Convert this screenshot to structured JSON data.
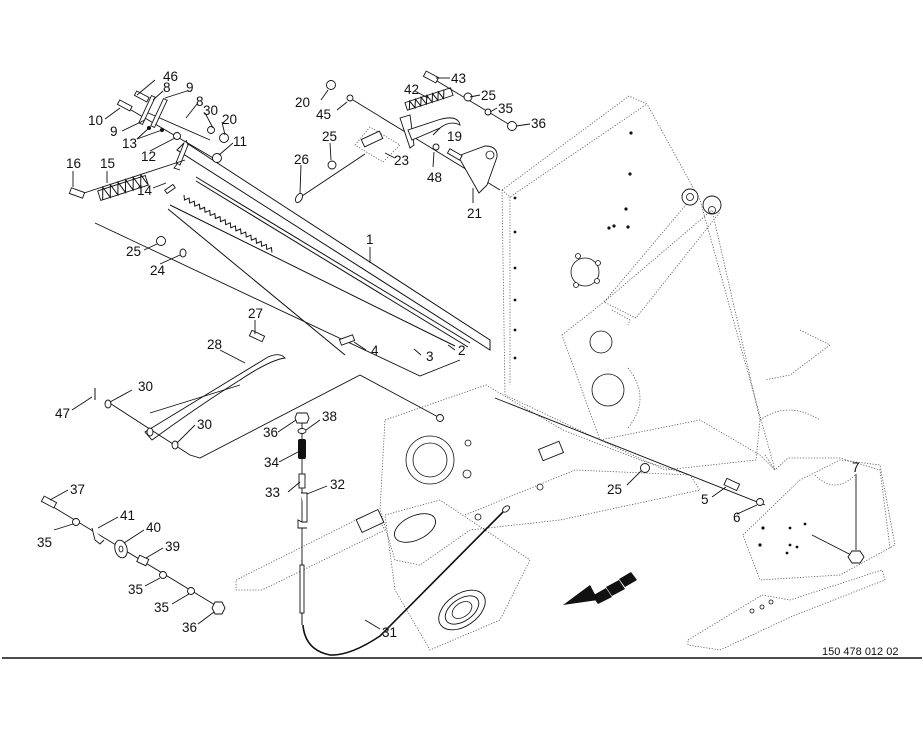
{
  "diagram": {
    "drawing_number": "150 478 012 02",
    "direction_arrow": "travel-direction-arrow",
    "callouts": [
      {
        "id": "c46a",
        "label": "46",
        "part": "bolt"
      },
      {
        "id": "c9a",
        "label": "9",
        "part": "bushing"
      },
      {
        "id": "c8a",
        "label": "8",
        "part": "pin"
      },
      {
        "id": "c8b",
        "label": "8",
        "part": "pin"
      },
      {
        "id": "c10",
        "label": "10",
        "part": "bolt"
      },
      {
        "id": "c9b",
        "label": "9",
        "part": "bushing"
      },
      {
        "id": "c13",
        "label": "13",
        "part": "washer"
      },
      {
        "id": "c12",
        "label": "12",
        "part": "washer"
      },
      {
        "id": "c30a",
        "label": "30",
        "part": "washer"
      },
      {
        "id": "c20a",
        "label": "20",
        "part": "nut"
      },
      {
        "id": "c11",
        "label": "11",
        "part": "nut"
      },
      {
        "id": "c16",
        "label": "16",
        "part": "bolt"
      },
      {
        "id": "c15",
        "label": "15",
        "part": "spring"
      },
      {
        "id": "c14",
        "label": "14",
        "part": "pin"
      },
      {
        "id": "c20b",
        "label": "20",
        "part": "nut"
      },
      {
        "id": "c45",
        "label": "45",
        "part": "washer"
      },
      {
        "id": "c25a",
        "label": "25",
        "part": "nut"
      },
      {
        "id": "c26",
        "label": "26",
        "part": "cable"
      },
      {
        "id": "c23",
        "label": "23",
        "part": "latch"
      },
      {
        "id": "c42",
        "label": "42",
        "part": "spring"
      },
      {
        "id": "c43",
        "label": "43",
        "part": "bolt"
      },
      {
        "id": "c25b",
        "label": "25",
        "part": "nut"
      },
      {
        "id": "c35a",
        "label": "35",
        "part": "washer"
      },
      {
        "id": "c36a",
        "label": "36",
        "part": "nut"
      },
      {
        "id": "c19",
        "label": "19",
        "part": "hook"
      },
      {
        "id": "c48",
        "label": "48",
        "part": "washer"
      },
      {
        "id": "c21",
        "label": "21",
        "part": "bracket"
      },
      {
        "id": "c1",
        "label": "1",
        "part": "shaft"
      },
      {
        "id": "c25c",
        "label": "25",
        "part": "nut"
      },
      {
        "id": "c24",
        "label": "24",
        "part": "washer"
      },
      {
        "id": "c2",
        "label": "2",
        "part": "rack"
      },
      {
        "id": "c3",
        "label": "3",
        "part": "rod"
      },
      {
        "id": "c4",
        "label": "4",
        "part": "bolt"
      },
      {
        "id": "c27",
        "label": "27",
        "part": "pin"
      },
      {
        "id": "c28",
        "label": "28",
        "part": "lever"
      },
      {
        "id": "c47",
        "label": "47",
        "part": "cotter-pin"
      },
      {
        "id": "c30b",
        "label": "30",
        "part": "washer"
      },
      {
        "id": "c30c",
        "label": "30",
        "part": "washer"
      },
      {
        "id": "c36b",
        "label": "36",
        "part": "nut"
      },
      {
        "id": "c38",
        "label": "38",
        "part": "washer"
      },
      {
        "id": "c34",
        "label": "34",
        "part": "spring"
      },
      {
        "id": "c33",
        "label": "33",
        "part": "sleeve"
      },
      {
        "id": "c32",
        "label": "32",
        "part": "bracket"
      },
      {
        "id": "c37",
        "label": "37",
        "part": "bolt"
      },
      {
        "id": "c41",
        "label": "41",
        "part": "clip"
      },
      {
        "id": "c40",
        "label": "40",
        "part": "roller"
      },
      {
        "id": "c35b",
        "label": "35",
        "part": "washer"
      },
      {
        "id": "c39",
        "label": "39",
        "part": "spacer"
      },
      {
        "id": "c35c",
        "label": "35",
        "part": "washer"
      },
      {
        "id": "c35d",
        "label": "35",
        "part": "washer"
      },
      {
        "id": "c36c",
        "label": "36",
        "part": "nut"
      },
      {
        "id": "c25d",
        "label": "25",
        "part": "nut"
      },
      {
        "id": "c5",
        "label": "5",
        "part": "bolt"
      },
      {
        "id": "c6",
        "label": "6",
        "part": "washer"
      },
      {
        "id": "c7",
        "label": "7",
        "part": "nut"
      },
      {
        "id": "c31",
        "label": "31",
        "part": "cable"
      }
    ]
  }
}
